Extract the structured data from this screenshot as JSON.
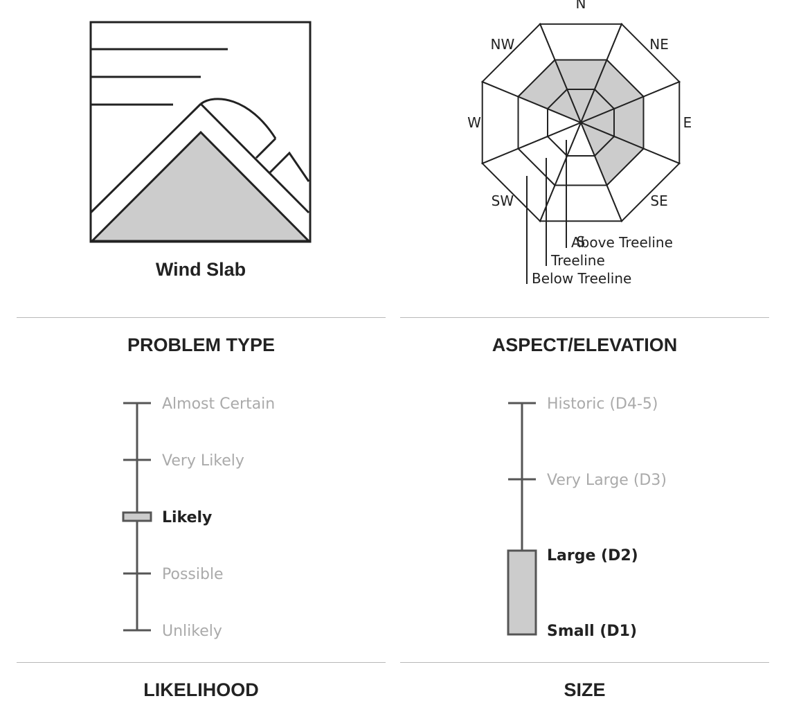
{
  "problem": {
    "caption": "Wind Slab",
    "section_title": "PROBLEM TYPE"
  },
  "aspect": {
    "section_title": "ASPECT/ELEVATION",
    "directions": [
      "N",
      "NE",
      "E",
      "SE",
      "S",
      "SW",
      "W",
      "NW"
    ],
    "elevation_bands": [
      "Above Treeline",
      "Treeline",
      "Below Treeline"
    ],
    "highlighted": [
      {
        "band": "Above Treeline",
        "aspects": [
          "N",
          "NE",
          "E",
          "SE",
          "NW"
        ]
      },
      {
        "band": "Treeline",
        "aspects": [
          "N",
          "NE",
          "E",
          "SE",
          "NW"
        ]
      }
    ],
    "highlight_color": "#cccccc"
  },
  "likelihood": {
    "section_title": "LIKELIHOOD",
    "levels": [
      "Almost Certain",
      "Very Likely",
      "Likely",
      "Possible",
      "Unlikely"
    ],
    "selected": [
      "Likely"
    ]
  },
  "size": {
    "section_title": "SIZE",
    "levels": [
      "Historic (D4-5)",
      "Very Large (D3)",
      "Large (D2)",
      "Small (D1)"
    ],
    "selected": [
      "Large (D2)",
      "Small (D1)"
    ]
  },
  "colors": {
    "highlight": "#cccccc",
    "line": "#555555",
    "inactive_text": "#aaaaaa",
    "active_text": "#222222"
  }
}
